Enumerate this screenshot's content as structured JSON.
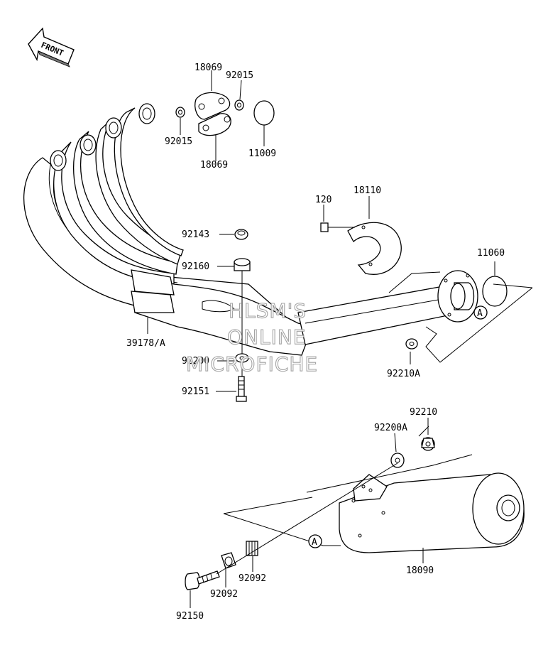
{
  "diagram": {
    "front_label": "FRONT",
    "callout_a": "A",
    "watermark": [
      "HLSM'S",
      "ONLINE",
      "MICROFICHE"
    ],
    "part_labels": {
      "p18069_top": "18069",
      "p92015_top": "92015",
      "p92015_left": "92015",
      "p18069_bottom": "18069",
      "p11009": "11009",
      "p120": "120",
      "p18110": "18110",
      "p11060": "11060",
      "p92143": "92143",
      "p92160": "92160",
      "p39178": "39178/A",
      "p92200": "92200",
      "p92151": "92151",
      "p92210A": "92210A",
      "p92210": "92210",
      "p92200A": "92200A",
      "p92092_right": "92092",
      "p92092_left": "92092",
      "p92150": "92150",
      "p18090": "18090"
    }
  }
}
